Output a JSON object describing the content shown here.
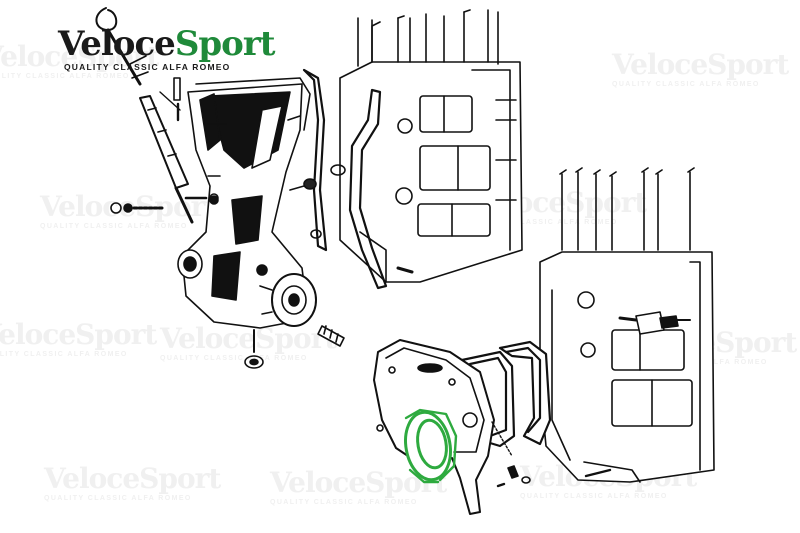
{
  "logo": {
    "brand_part1": "Veloce",
    "brand_part2": "Sport",
    "tagline": "QUALITY CLASSIC ALFA ROMEO"
  },
  "watermark": {
    "brand": "VeloceSport",
    "tagline": "QUALITY CLASSIC ALFA ROMEO"
  },
  "colors": {
    "brand_green": "#1f8a3a",
    "highlight_seal": "#2eaa3f",
    "line_art": "#111111"
  }
}
